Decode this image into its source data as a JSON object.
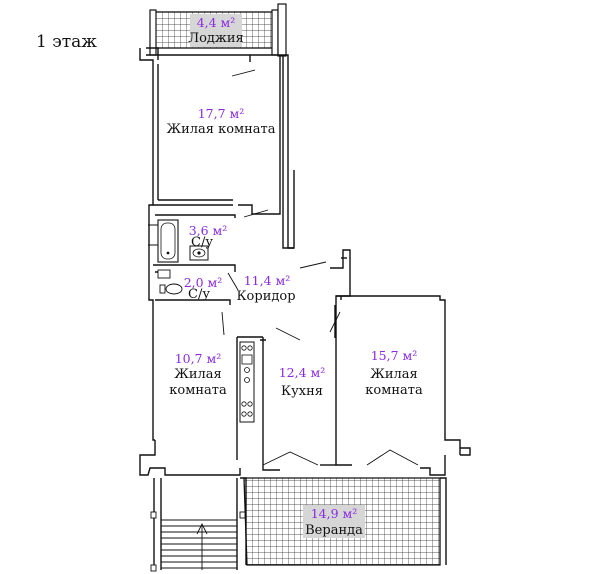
{
  "floor_label": "1 этаж",
  "rooms": {
    "loggia": {
      "area": "4,4 м²",
      "name": "Лоджия"
    },
    "living1": {
      "area": "17,7 м²",
      "name": "Жилая комната"
    },
    "bath1": {
      "area": "3,6 м²",
      "name": "С/у"
    },
    "bath2": {
      "area": "2,0 м²",
      "name": "С/у"
    },
    "corridor": {
      "area": "11,4 м²",
      "name": "Коридор"
    },
    "living2": {
      "area": "10,7 м²",
      "name_line1": "Жилая",
      "name_line2": "комната"
    },
    "kitchen": {
      "area": "12,4 м²",
      "name": "Кухня"
    },
    "living3": {
      "area": "15,7 м²",
      "name_line1": "Жилая",
      "name_line2": "комната"
    },
    "veranda": {
      "area": "14,9 м²",
      "name": "Веранда"
    }
  },
  "colors": {
    "area_text": "#8a2be2",
    "label_box": "#d6d6d6",
    "wall": "#111111"
  }
}
